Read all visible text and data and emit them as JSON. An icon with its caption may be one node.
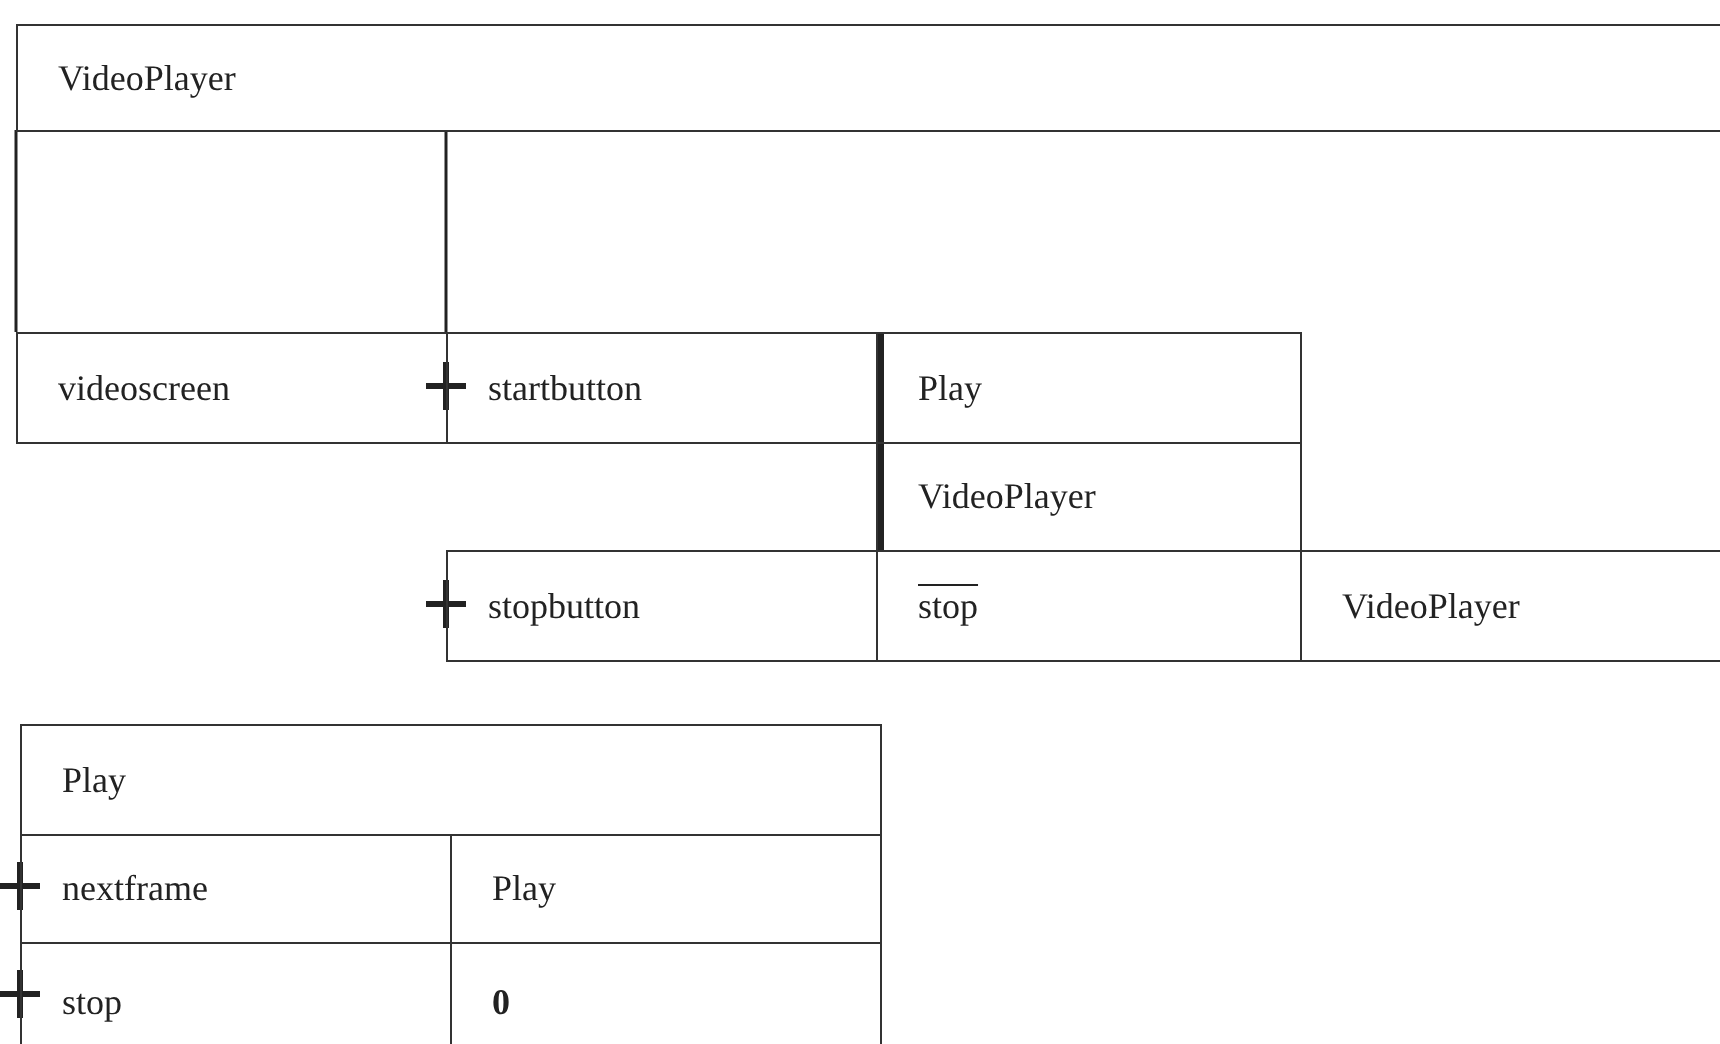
{
  "diagram": {
    "nodes": [
      {
        "text": [
          "VideoPlayer"
        ]
      },
      {
        "text": [
          "videoscreen"
        ]
      },
      {
        "text": [
          "startbutton"
        ]
      },
      {
        "text": [
          "Play"
        ]
      },
      {
        "text": [
          "VideoPlayer"
        ]
      },
      {
        "text": [
          "stopbutton"
        ]
      },
      {
        "text": [
          "stop"
        ]
      },
      {
        "text": [
          "VideoPlayer"
        ]
      },
      {
        "text": [
          "Play"
        ]
      },
      {
        "text": [
          "nextframe"
        ]
      },
      {
        "text": [
          "Play"
        ]
      },
      {
        "text": [
          "stop"
        ]
      },
      {
        "text": [
          "0"
        ]
      }
    ]
  }
}
